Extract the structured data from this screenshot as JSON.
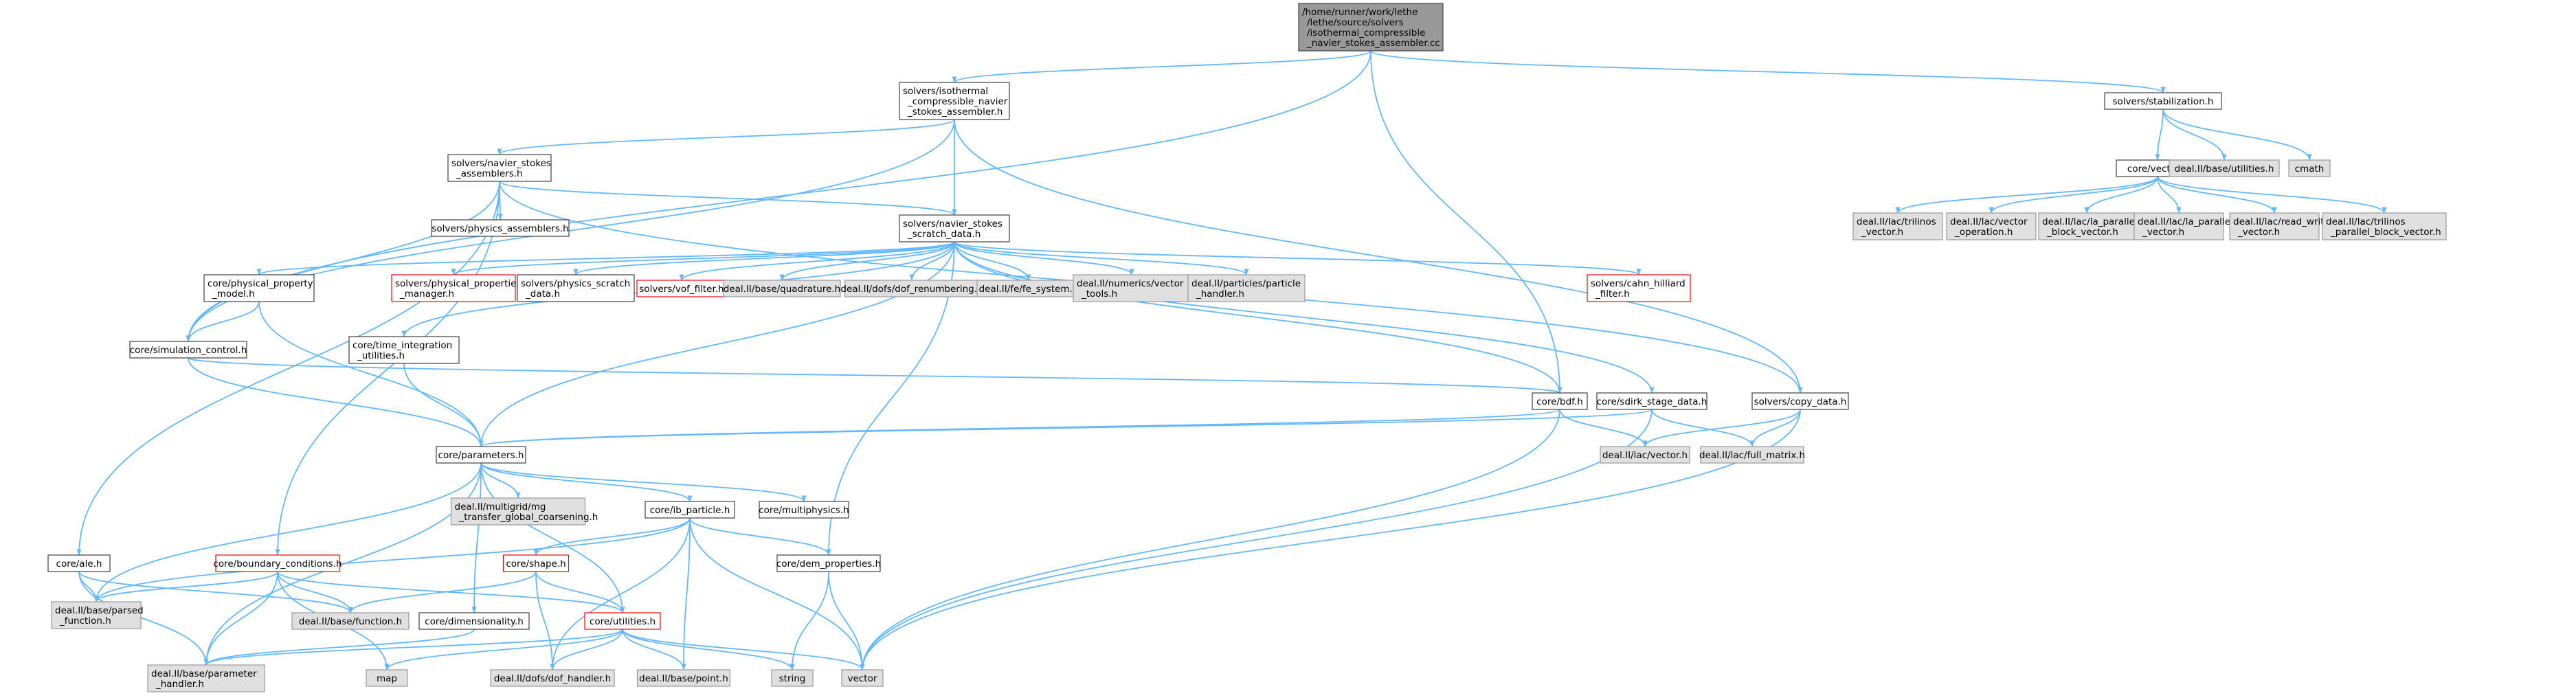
{
  "colors": {
    "edge": "#63b8ff",
    "node_border": "#404040",
    "node_fill_local": "#ffffff",
    "node_fill_system": "#e0e0e0",
    "node_fill_root": "#999999",
    "node_border_incomplete": "#ff0000",
    "system_border": "#999999",
    "text": "#000000"
  },
  "nodes": [
    {
      "id": "root",
      "lines": [
        "/home/runner/work/lethe",
        "/lethe/source/solvers",
        "/isothermal_compressible",
        "_navier_stokes_assembler.cc"
      ],
      "kind": "root"
    },
    {
      "id": "iso_h",
      "lines": [
        "solvers/isothermal",
        "_compressible_navier",
        "_stokes_assembler.h"
      ],
      "kind": "local"
    },
    {
      "id": "stab_h",
      "lines": [
        "solvers/stabilization.h"
      ],
      "kind": "local"
    },
    {
      "id": "nsa_h",
      "lines": [
        "solvers/navier_stokes",
        "_assemblers.h"
      ],
      "kind": "local"
    },
    {
      "id": "nssd_h",
      "lines": [
        "solvers/navier_stokes",
        "_scratch_data.h"
      ],
      "kind": "local"
    },
    {
      "id": "copy_h",
      "lines": [
        "solvers/copy_data.h"
      ],
      "kind": "local"
    },
    {
      "id": "vector_core",
      "lines": [
        "core/vector.h"
      ],
      "kind": "local"
    },
    {
      "id": "utilities_dealii",
      "lines": [
        "deal.II/base/utilities.h"
      ],
      "kind": "system"
    },
    {
      "id": "cmath",
      "lines": [
        "cmath"
      ],
      "kind": "system"
    },
    {
      "id": "trilinos_vector",
      "lines": [
        "deal.II/lac/trilinos",
        "_vector.h"
      ],
      "kind": "system"
    },
    {
      "id": "vector_operation",
      "lines": [
        "deal.II/lac/vector",
        "_operation.h"
      ],
      "kind": "system"
    },
    {
      "id": "la_par_block",
      "lines": [
        "deal.II/lac/la_parallel",
        "_block_vector.h"
      ],
      "kind": "system"
    },
    {
      "id": "la_par_vec",
      "lines": [
        "deal.II/lac/la_parallel",
        "_vector.h"
      ],
      "kind": "system"
    },
    {
      "id": "read_write",
      "lines": [
        "deal.II/lac/read_write",
        "_vector.h"
      ],
      "kind": "system"
    },
    {
      "id": "trilinos_par_block",
      "lines": [
        "deal.II/lac/trilinos",
        "_parallel_block_vector.h"
      ],
      "kind": "system"
    },
    {
      "id": "phys_assemblers",
      "lines": [
        "solvers/physics_assemblers.h"
      ],
      "kind": "local"
    },
    {
      "id": "phys_prop_model",
      "lines": [
        "core/physical_property",
        "_model.h"
      ],
      "kind": "local"
    },
    {
      "id": "time_int",
      "lines": [
        "core/time_integration",
        "_utilities.h"
      ],
      "kind": "local"
    },
    {
      "id": "phys_prop_mgr",
      "lines": [
        "solvers/physical_properties",
        "_manager.h"
      ],
      "kind": "incomplete"
    },
    {
      "id": "phys_scratch",
      "lines": [
        "solvers/physics_scratch",
        "_data.h"
      ],
      "kind": "local"
    },
    {
      "id": "vof_filter",
      "lines": [
        "solvers/vof_filter.h"
      ],
      "kind": "incomplete"
    },
    {
      "id": "quadrature",
      "lines": [
        "deal.II/base/quadrature.h"
      ],
      "kind": "system"
    },
    {
      "id": "dof_renum",
      "lines": [
        "deal.II/dofs/dof_renumbering.h"
      ],
      "kind": "system"
    },
    {
      "id": "fe_system",
      "lines": [
        "deal.II/fe/fe_system.h"
      ],
      "kind": "system"
    },
    {
      "id": "numerics_vec",
      "lines": [
        "deal.II/numerics/vector",
        "_tools.h"
      ],
      "kind": "system"
    },
    {
      "id": "particle_handler",
      "lines": [
        "deal.II/particles/particle",
        "_handler.h"
      ],
      "kind": "system"
    },
    {
      "id": "cahn_filter",
      "lines": [
        "solvers/cahn_hilliard",
        "_filter.h"
      ],
      "kind": "incomplete"
    },
    {
      "id": "sim_control",
      "lines": [
        "core/simulation_control.h"
      ],
      "kind": "local"
    },
    {
      "id": "bdf",
      "lines": [
        "core/bdf.h"
      ],
      "kind": "local"
    },
    {
      "id": "sdirk",
      "lines": [
        "core/sdirk_stage_data.h"
      ],
      "kind": "local"
    },
    {
      "id": "lac_vector",
      "lines": [
        "deal.II/lac/vector.h"
      ],
      "kind": "system"
    },
    {
      "id": "full_matrix",
      "lines": [
        "deal.II/lac/full_matrix.h"
      ],
      "kind": "system"
    },
    {
      "id": "parameters",
      "lines": [
        "core/parameters.h"
      ],
      "kind": "local"
    },
    {
      "id": "mg_transfer",
      "lines": [
        "deal.II/multigrid/mg",
        "_transfer_global_coarsening.h"
      ],
      "kind": "system"
    },
    {
      "id": "ib_particle",
      "lines": [
        "core/ib_particle.h"
      ],
      "kind": "local"
    },
    {
      "id": "multiphysics",
      "lines": [
        "core/multiphysics.h"
      ],
      "kind": "local"
    },
    {
      "id": "ale",
      "lines": [
        "core/ale.h"
      ],
      "kind": "local"
    },
    {
      "id": "boundary",
      "lines": [
        "core/boundary_conditions.h"
      ],
      "kind": "incomplete"
    },
    {
      "id": "shape",
      "lines": [
        "core/shape.h"
      ],
      "kind": "incomplete"
    },
    {
      "id": "dem_props",
      "lines": [
        "core/dem_properties.h"
      ],
      "kind": "local"
    },
    {
      "id": "parsed_fn",
      "lines": [
        "deal.II/base/parsed",
        "_function.h"
      ],
      "kind": "system"
    },
    {
      "id": "base_fn",
      "lines": [
        "deal.II/base/function.h"
      ],
      "kind": "system"
    },
    {
      "id": "dimensionality",
      "lines": [
        "core/dimensionality.h"
      ],
      "kind": "local"
    },
    {
      "id": "utilities_core",
      "lines": [
        "core/utilities.h"
      ],
      "kind": "incomplete"
    },
    {
      "id": "param_handler",
      "lines": [
        "deal.II/base/parameter",
        "_handler.h"
      ],
      "kind": "system"
    },
    {
      "id": "map",
      "lines": [
        "map"
      ],
      "kind": "system"
    },
    {
      "id": "dof_handler",
      "lines": [
        "deal.II/dofs/dof_handler.h"
      ],
      "kind": "system"
    },
    {
      "id": "point",
      "lines": [
        "deal.II/base/point.h"
      ],
      "kind": "system"
    },
    {
      "id": "string",
      "lines": [
        "string"
      ],
      "kind": "system"
    },
    {
      "id": "std_vector",
      "lines": [
        "vector"
      ],
      "kind": "system"
    }
  ],
  "edges": [
    [
      "root",
      "iso_h"
    ],
    [
      "root",
      "stab_h"
    ],
    [
      "root",
      "sim_control"
    ],
    [
      "root",
      "bdf"
    ],
    [
      "iso_h",
      "nsa_h"
    ],
    [
      "iso_h",
      "nssd_h"
    ],
    [
      "iso_h",
      "copy_h"
    ],
    [
      "iso_h",
      "sim_control"
    ],
    [
      "stab_h",
      "vector_core"
    ],
    [
      "stab_h",
      "utilities_dealii"
    ],
    [
      "stab_h",
      "cmath"
    ],
    [
      "vector_core",
      "trilinos_vector"
    ],
    [
      "vector_core",
      "vector_operation"
    ],
    [
      "vector_core",
      "la_par_block"
    ],
    [
      "vector_core",
      "la_par_vec"
    ],
    [
      "vector_core",
      "read_write"
    ],
    [
      "vector_core",
      "trilinos_par_block"
    ],
    [
      "nsa_h",
      "phys_assemblers"
    ],
    [
      "nsa_h",
      "nssd_h"
    ],
    [
      "nsa_h",
      "sim_control"
    ],
    [
      "nsa_h",
      "ale"
    ],
    [
      "nsa_h",
      "boundary"
    ],
    [
      "nsa_h",
      "copy_h"
    ],
    [
      "nssd_h",
      "phys_prop_model"
    ],
    [
      "nssd_h",
      "time_int"
    ],
    [
      "nssd_h",
      "phys_prop_mgr"
    ],
    [
      "nssd_h",
      "phys_scratch"
    ],
    [
      "nssd_h",
      "vof_filter"
    ],
    [
      "nssd_h",
      "quadrature"
    ],
    [
      "nssd_h",
      "dof_renum"
    ],
    [
      "nssd_h",
      "fe_system"
    ],
    [
      "nssd_h",
      "numerics_vec"
    ],
    [
      "nssd_h",
      "particle_handler"
    ],
    [
      "nssd_h",
      "cahn_filter"
    ],
    [
      "nssd_h",
      "bdf"
    ],
    [
      "nssd_h",
      "sdirk"
    ],
    [
      "nssd_h",
      "dem_props"
    ],
    [
      "nssd_h",
      "parameters"
    ],
    [
      "phys_prop_model",
      "sim_control"
    ],
    [
      "phys_prop_model",
      "parameters"
    ],
    [
      "time_int",
      "parameters"
    ],
    [
      "sim_control",
      "parameters"
    ],
    [
      "sim_control",
      "bdf"
    ],
    [
      "copy_h",
      "lac_vector"
    ],
    [
      "copy_h",
      "full_matrix"
    ],
    [
      "copy_h",
      "std_vector"
    ],
    [
      "bdf",
      "parameters"
    ],
    [
      "bdf",
      "lac_vector"
    ],
    [
      "bdf",
      "std_vector"
    ],
    [
      "sdirk",
      "full_matrix"
    ],
    [
      "sdirk",
      "std_vector"
    ],
    [
      "sdirk",
      "parameters"
    ],
    [
      "parameters",
      "mg_transfer"
    ],
    [
      "parameters",
      "ib_particle"
    ],
    [
      "parameters",
      "multiphysics"
    ],
    [
      "parameters",
      "dimensionality"
    ],
    [
      "parameters",
      "utilities_core"
    ],
    [
      "parameters",
      "param_handler"
    ],
    [
      "parameters",
      "parsed_fn"
    ],
    [
      "ib_particle",
      "shape"
    ],
    [
      "ib_particle",
      "dem_props"
    ],
    [
      "ib_particle",
      "parsed_fn"
    ],
    [
      "ib_particle",
      "point"
    ],
    [
      "ib_particle",
      "dof_handler"
    ],
    [
      "ib_particle",
      "std_vector"
    ],
    [
      "ale",
      "parsed_fn"
    ],
    [
      "ale",
      "base_fn"
    ],
    [
      "ale",
      "param_handler"
    ],
    [
      "boundary",
      "parsed_fn"
    ],
    [
      "boundary",
      "base_fn"
    ],
    [
      "boundary",
      "param_handler"
    ],
    [
      "boundary",
      "utilities_core"
    ],
    [
      "boundary",
      "map"
    ],
    [
      "shape",
      "utilities_core"
    ],
    [
      "shape",
      "base_fn"
    ],
    [
      "shape",
      "dof_handler"
    ],
    [
      "dem_props",
      "string"
    ],
    [
      "dem_props",
      "std_vector"
    ],
    [
      "dimensionality",
      "param_handler"
    ],
    [
      "utilities_core",
      "param_handler"
    ],
    [
      "utilities_core",
      "map"
    ],
    [
      "utilities_core",
      "dof_handler"
    ],
    [
      "utilities_core",
      "point"
    ],
    [
      "utilities_core",
      "string"
    ],
    [
      "utilities_core",
      "std_vector"
    ]
  ]
}
